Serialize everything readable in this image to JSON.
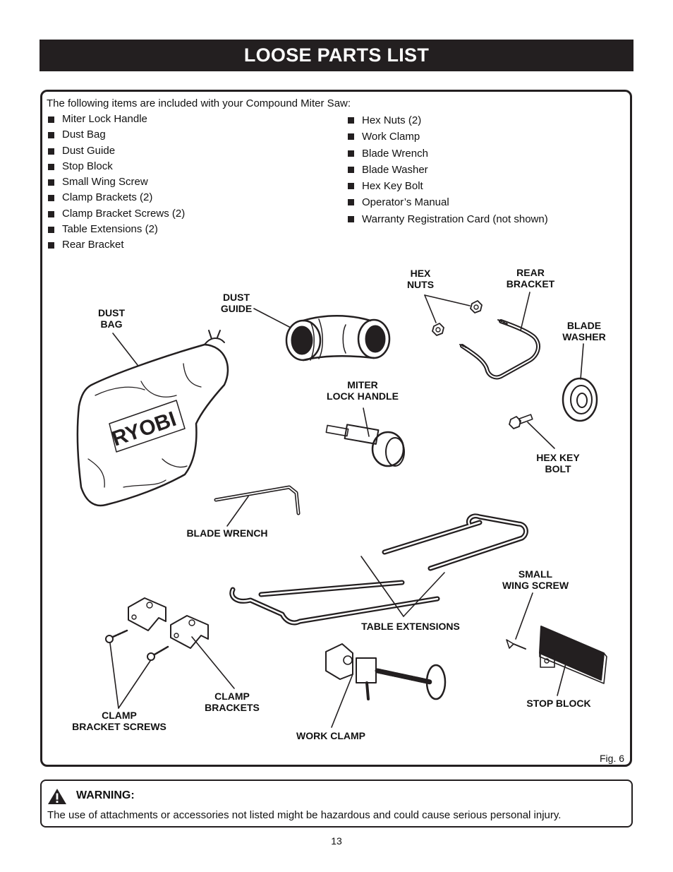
{
  "header": {
    "title": "LOOSE PARTS LIST"
  },
  "intro": "The following items are included with your Compound Miter Saw:",
  "parts_left": [
    "Miter Lock Handle",
    "Dust Bag",
    "Dust Guide",
    "Stop Block",
    "Small Wing Screw",
    "Clamp Brackets (2)",
    "Clamp Bracket Screws (2)",
    "Table Extensions (2)",
    "Rear Bracket"
  ],
  "parts_right": [
    "Hex Nuts (2)",
    "Work Clamp",
    "Blade Wrench",
    "Blade Washer",
    "Hex Key Bolt",
    "Operator’s Manual",
    "Warranty Registration Card (not shown)"
  ],
  "figure": {
    "labels": {
      "hex_nuts": [
        "HEX",
        "NUTS"
      ],
      "rear_bracket": [
        "REAR",
        "BRACKET"
      ],
      "dust_guide": [
        "DUST",
        "GUIDE"
      ],
      "dust_bag": [
        "DUST",
        "BAG"
      ],
      "blade_washer": [
        "BLADE",
        "WASHER"
      ],
      "miter_lock_handle": [
        "MITER",
        "LOCK HANDLE"
      ],
      "hex_key_bolt": [
        "HEX KEY",
        "BOLT"
      ],
      "blade_wrench": [
        "BLADE WRENCH"
      ],
      "small_wing_screw": [
        "SMALL",
        "WING SCREW"
      ],
      "table_extensions": [
        "TABLE EXTENSIONS"
      ],
      "stop_block": [
        "STOP BLOCK"
      ],
      "clamp_brackets": [
        "CLAMP",
        "BRACKETS"
      ],
      "clamp_bracket_screws": [
        "CLAMP",
        "BRACKET SCREWS"
      ],
      "work_clamp": [
        "WORK CLAMP"
      ]
    },
    "logo_text": "RYOBI",
    "caption": "Fig. 6"
  },
  "warning": {
    "title": "WARNING:",
    "text": "The use of attachments or accessories not listed might be hazardous and could cause serious personal injury."
  },
  "page_number": "13"
}
